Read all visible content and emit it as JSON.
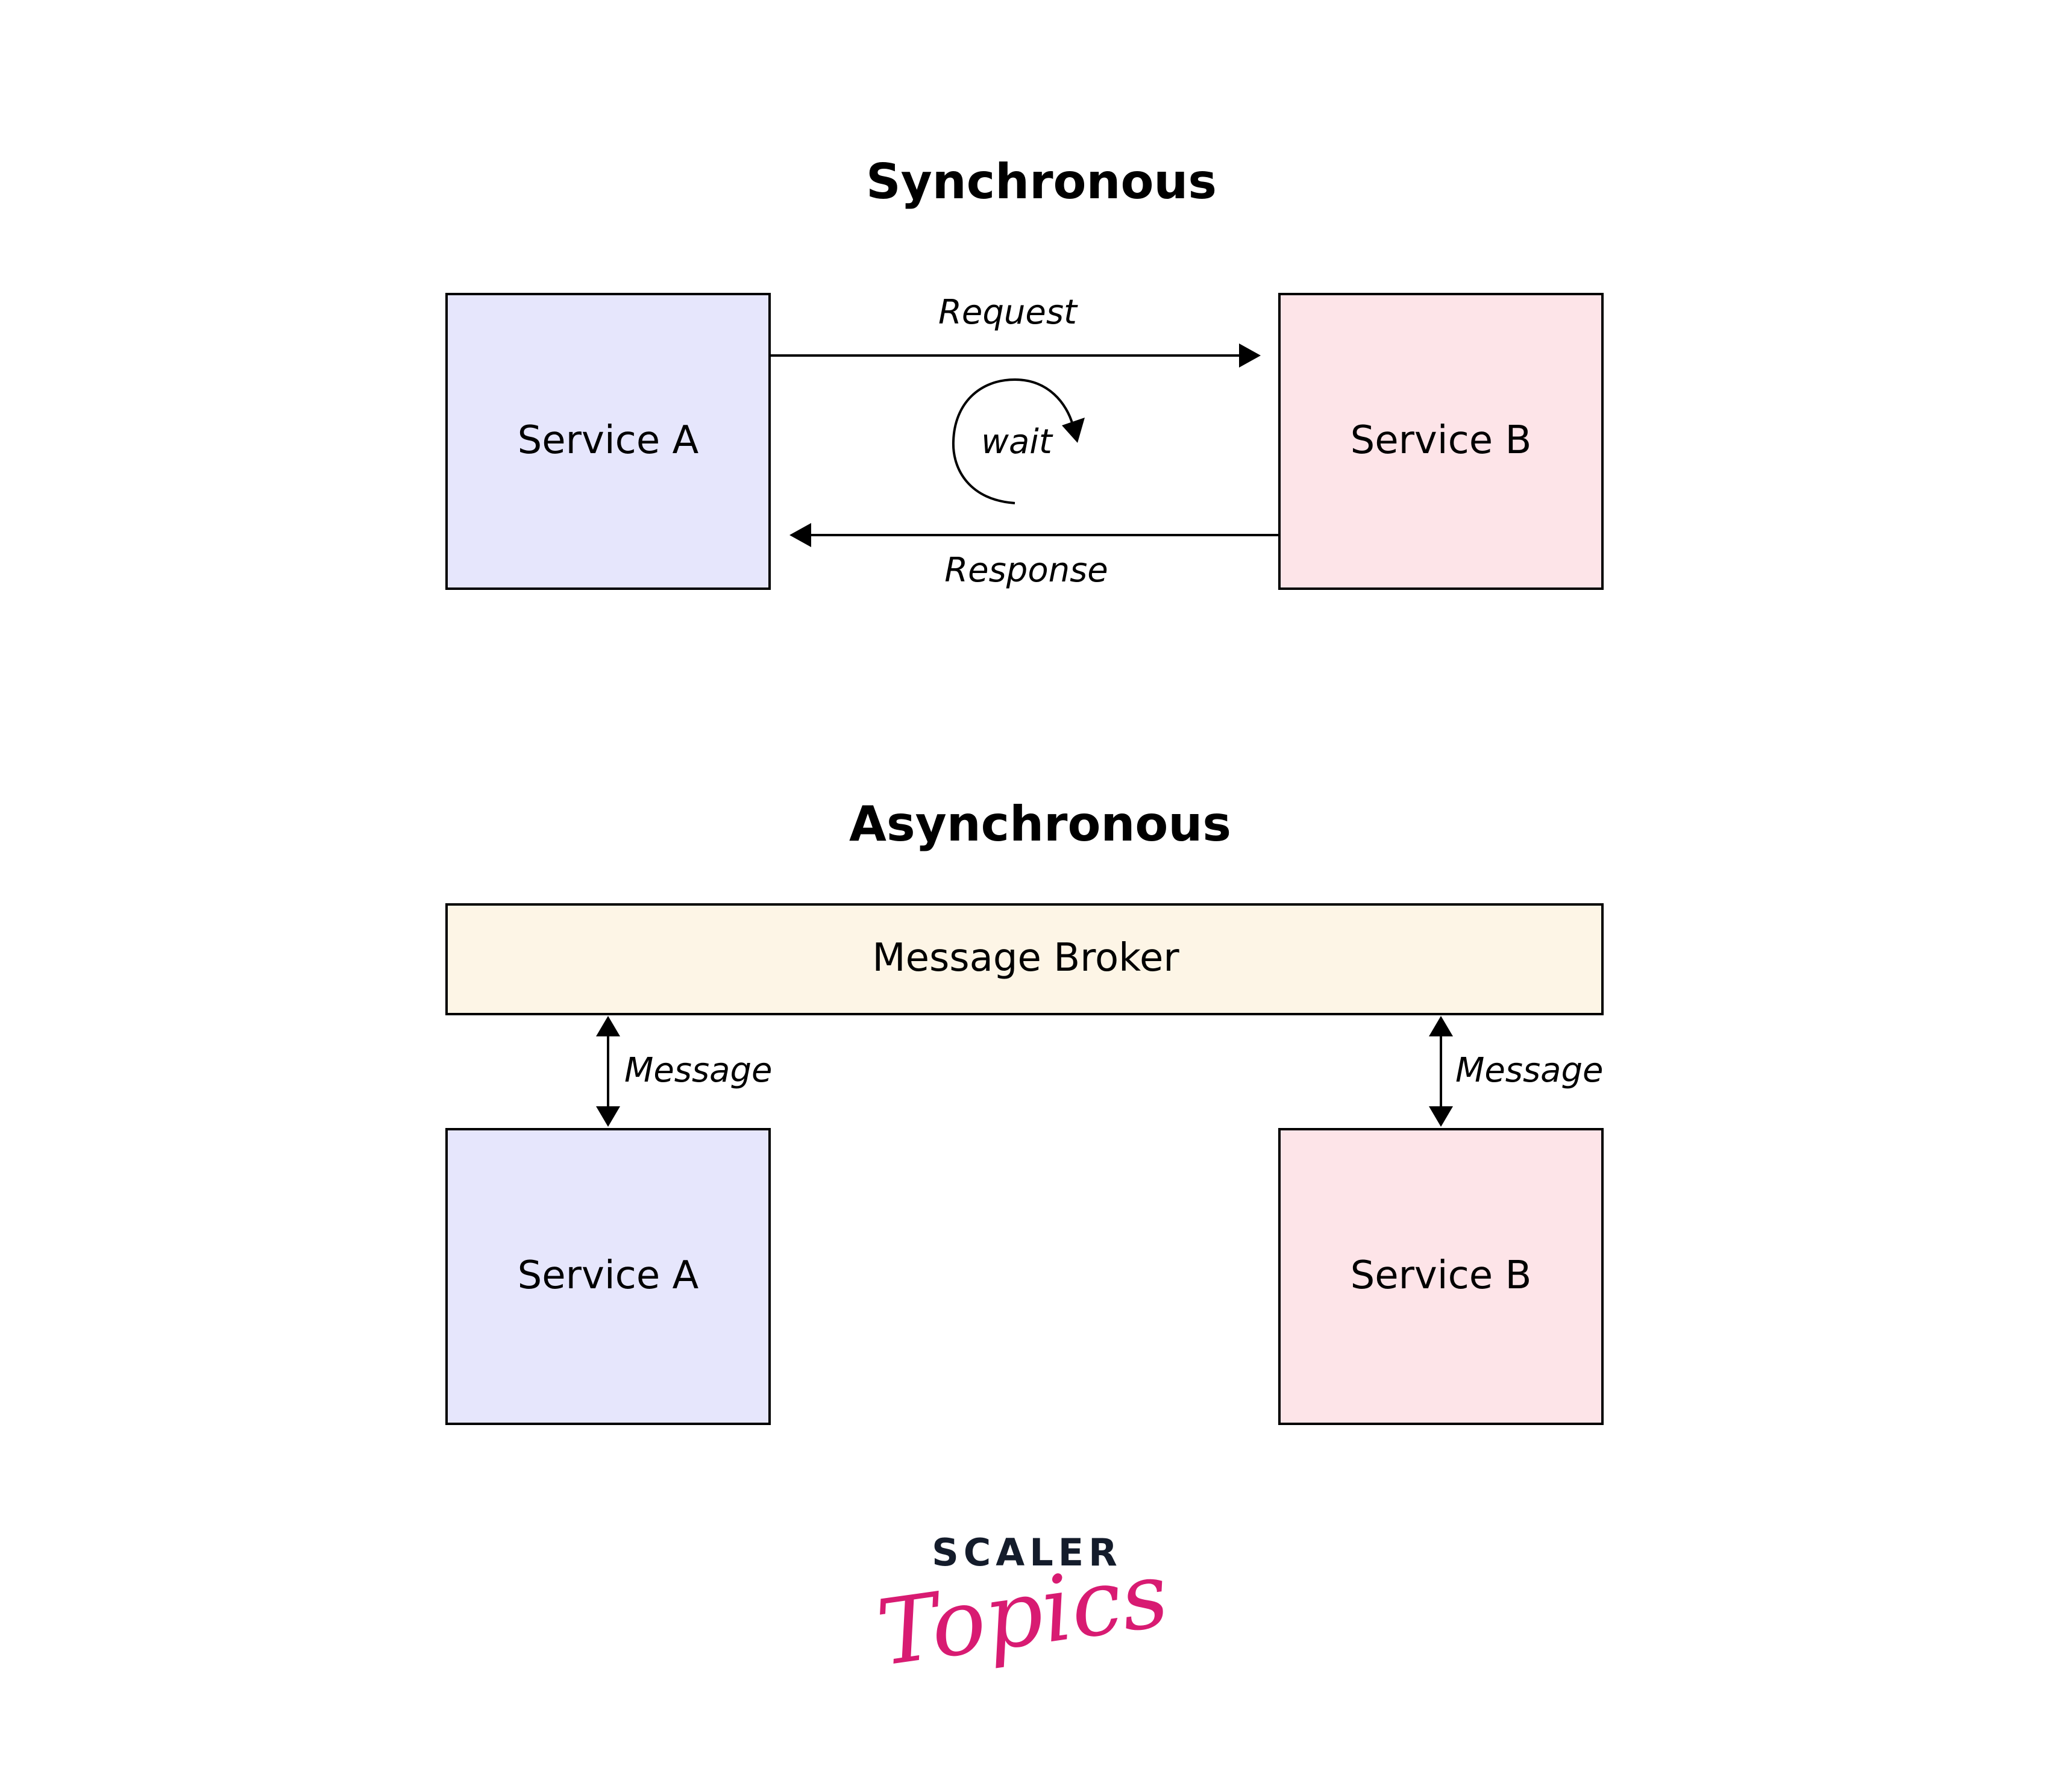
{
  "sync": {
    "title": "Synchronous",
    "service_a": "Service A",
    "service_b": "Service B",
    "request_label": "Request",
    "response_label": "Response",
    "wait_label": "wait"
  },
  "async": {
    "title": "Asynchronous",
    "broker": "Message Broker",
    "service_a": "Service A",
    "service_b": "Service B",
    "message_label_left": "Message",
    "message_label_right": "Message"
  },
  "logo": {
    "top": "SCALER",
    "script": "Topics"
  },
  "colors": {
    "service_a_fill": "#e6e6fc",
    "service_b_fill": "#fde4e8",
    "broker_fill": "#fdf5e6",
    "stroke": "#000000",
    "logo_dark": "#141c2b",
    "logo_pink": "#d81b72"
  }
}
